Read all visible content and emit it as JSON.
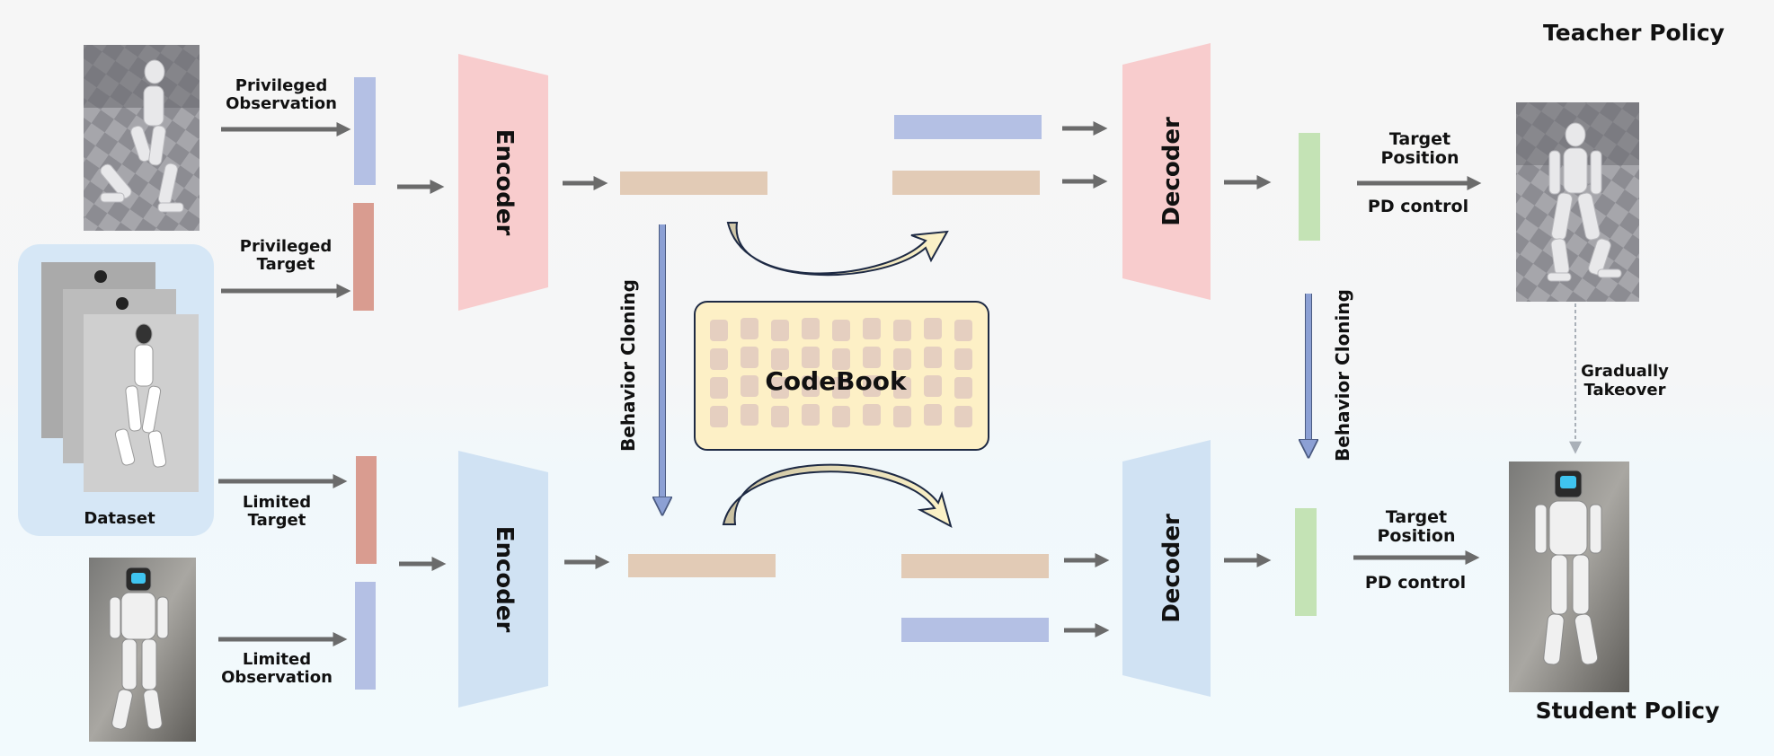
{
  "titles": {
    "teacher": "Teacher Policy",
    "student": "Student Policy"
  },
  "inputs": {
    "privileged_observation": [
      "Privileged",
      "Observation"
    ],
    "privileged_target": [
      "Privileged",
      "Target"
    ],
    "limited_target": [
      "Limited",
      "Target"
    ],
    "limited_observation": [
      "Limited",
      "Observation"
    ],
    "dataset": "Dataset"
  },
  "blocks": {
    "encoder": "Encoder",
    "decoder": "Decoder",
    "codebook": "CodeBook"
  },
  "labels": {
    "behavior_cloning": "Behavior Cloning",
    "target_position": [
      "Target",
      "Position"
    ],
    "pd_control": "PD control",
    "gradually_takeover": [
      "Gradually",
      "Takeover"
    ]
  },
  "colors": {
    "teacher_bg": "#f6f6f6",
    "student_bg": "#f2fafd",
    "teacher_block": "#f8cccd",
    "student_block": "#d0e2f3",
    "observation_feature": "#b4c0e4",
    "target_feature": "#d99c90",
    "latent_feature": "#e2cbb6",
    "action_feature": "#c4e3b5",
    "codebook_fill": "#fdf0c6",
    "codebook_cell": "#e5cfc0",
    "arrow": "#6b6b6b",
    "bc_arrow": "#8ca0d4"
  }
}
